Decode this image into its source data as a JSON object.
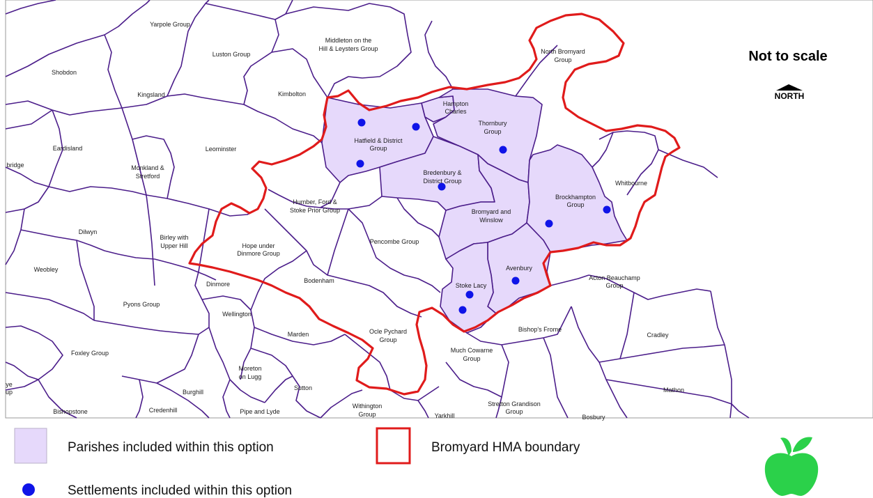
{
  "map": {
    "title": "Not to scale",
    "north_label": "NORTH",
    "colors": {
      "parish_boundary": "#4b1d8a",
      "hma_boundary": "#e01b1b",
      "included_fill": "#e6d9fb",
      "settlement": "#0f14e8",
      "logo_green": "#2bd14a"
    },
    "labels": {
      "yarpole": "Yarpole Group",
      "luston": "Luston Group",
      "middleton1": "Middleton on the",
      "middleton2": "Hill & Leysters Group",
      "north_bromyard1": "North Bromyard",
      "north_bromyard2": "Group",
      "shobdon": "Shobdon",
      "kingsland": "Kingsland",
      "kimbolton": "Kimbolton",
      "hampton1": "Hampton",
      "hampton2": "Charles",
      "thornbury1": "Thornbury",
      "thornbury2": "Group",
      "eardisland": "Eardisland",
      "leominster": "Leominster",
      "hatfield1": "Hatfield & District",
      "hatfield2": "Group",
      "bridge": "bridge",
      "monkland1": "Monkland &",
      "monkland2": "Stretford",
      "bredenbury1": "Bredenbury &",
      "bredenbury2": "District Group",
      "whitbourne": "Whitbourne",
      "brockhampton1": "Brockhampton",
      "brockhampton2": "Group",
      "humber1": "Humber, Ford &",
      "humber2": "Stoke Prior Group",
      "bromyard1": "Bromyard and",
      "bromyard2": "Winslow",
      "dilwyn": "Dilwyn",
      "birley1": "Birley with",
      "birley2": "Upper Hill",
      "pencombe": "Pencombe Group",
      "hope1": "Hope under",
      "hope2": "Dinmore Group",
      "weobley": "Weobley",
      "avenbury": "Avenbury",
      "acton1": "Acton Beauchamp",
      "acton2": "Group",
      "dinmore": "Dinmore",
      "bodenham": "Bodenham",
      "stoke_lacy": "Stoke Lacy",
      "pyons": "Pyons Group",
      "wellington": "Wellington",
      "cradley": "Cradley",
      "marden": "Marden",
      "bishops_frome": "Bishop's Frome",
      "ocle1": "Ocle Pychard",
      "ocle2": "Group",
      "foxley": "Foxley Group",
      "much_cowarne1": "Much Cowarne",
      "much_cowarne2": "Group",
      "moreton1": "Moreton",
      "moreton2": "on Lugg",
      "ye": "ye",
      "up": "up",
      "burghill": "Burghill",
      "sutton": "Sutton",
      "mathon": "Mathon",
      "stretton1": "Stretton Grandison",
      "stretton2": "Group",
      "withington1": "Withington",
      "withington2": "Group",
      "bishopstone": "Bishopstone",
      "credenhill": "Credenhill",
      "pipe_lyde": "Pipe and Lyde",
      "yarkhill": "Yarkhill",
      "bosbury": "Bosbury"
    }
  },
  "legend": {
    "parishes_label": "Parishes included within this option",
    "hma_label": "Bromyard HMA boundary",
    "settlements_label": "Settlements included within this option"
  },
  "logo": {
    "name": "apple-logo"
  }
}
